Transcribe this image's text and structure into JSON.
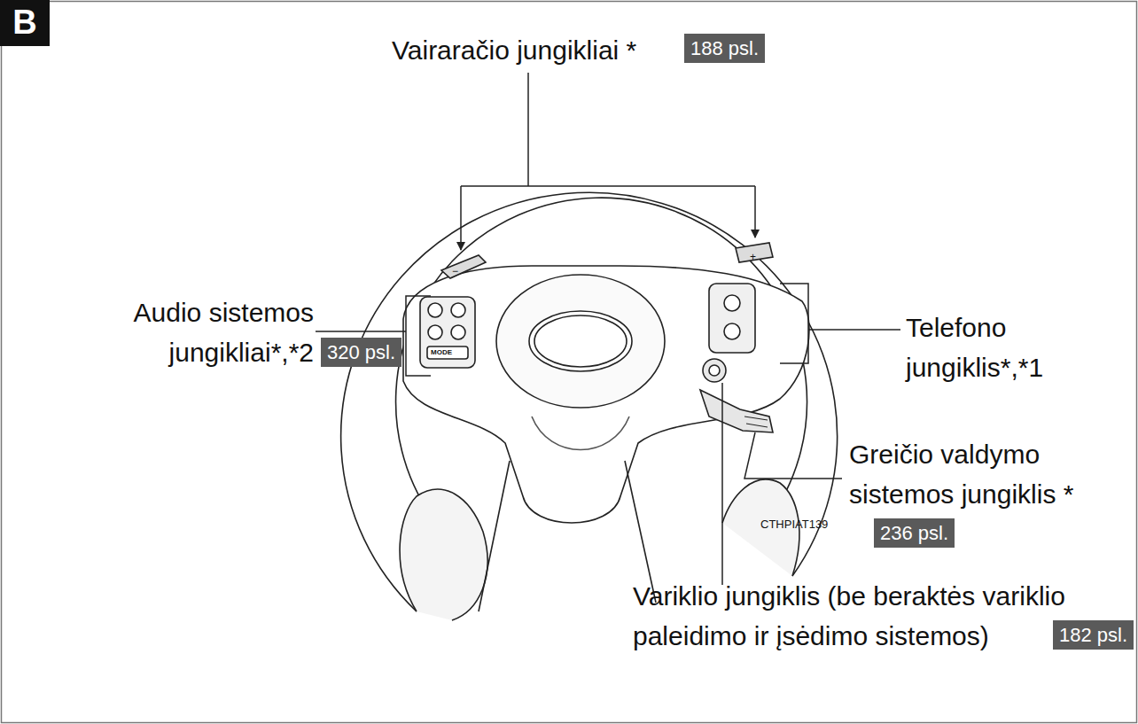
{
  "diagram": {
    "nodes": [
      {
        "text": [
          "B"
        ]
      },
      {
        "text": [
          "188 psl."
        ]
      },
      {
        "text": [
          "320 psl."
        ]
      },
      {
        "text": [
          "236 psl."
        ]
      },
      {
        "text": [
          "182 psl."
        ]
      }
    ],
    "edges": [],
    "labels": [
      "Vairaračio jungikliai *",
      "−",
      "+",
      "Audio sistemos jungikliai*,*2",
      "MODE",
      "Telefono jungiklis*,*1",
      "Greičio valdymo sistemos jungiklis *",
      "CTHPIAT139",
      "Variklio jungiklis (be beraktės variklio paleidimo ir įsėdimo sistemos)"
    ]
  }
}
